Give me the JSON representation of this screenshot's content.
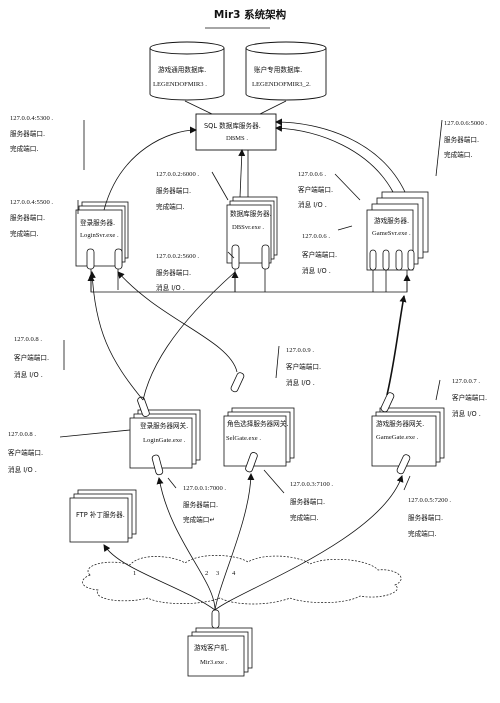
{
  "title": "Mir3  系统架构",
  "databases": {
    "db1": {
      "line1": "游戏通用数据库.",
      "line2": "LEGENDOFMIR3 ."
    },
    "db2": {
      "line1": "账户专用数据库.",
      "line2": "LEGENDOFMIR3_2."
    }
  },
  "sql_server": {
    "line1": "SQL 数据库服务器.",
    "line2": "DBMS ."
  },
  "login_server": {
    "line1": "登录服务器.",
    "line2": "LoginSvr.exe ."
  },
  "db_server": {
    "line1": "数据库服务器.",
    "line2": "DBSvr.exe ."
  },
  "game_server": {
    "line1": "游戏服务器.",
    "line2": "GameSvr.exe ."
  },
  "login_gate": {
    "line1": "登录服务器网关.",
    "line2": "LoginGate.exe ."
  },
  "sel_gate": {
    "line1": "角色选择服务器网关.",
    "line2": "SelGate.exe ."
  },
  "game_gate": {
    "line1": "游戏服务器网关.",
    "line2": "GameGate.exe ."
  },
  "ftp_server": {
    "line1": "FTP 补丁服务器."
  },
  "client": {
    "line1": "游戏客户机.",
    "line2": "Mir3.exe ."
  },
  "annotations": {
    "sql": [
      "127.0.0.4:5300 .",
      "服务器端口.",
      "完成端口."
    ],
    "login_left": [
      "127.0.0.4:5500 .",
      "服务器端口.",
      "完成端口."
    ],
    "db_top": [
      "127.0.0.2:6000 .",
      "服务器端口.",
      "完成端口."
    ],
    "db_mid": [
      "127.0.0.2:5600 .",
      "服务器端口.",
      "消息 I/O ."
    ],
    "game_top": [
      "127.0.0.6:5000 .",
      "服务器端口.",
      "完成端口."
    ],
    "game_client1": [
      "127.0.0.6 .",
      "客户端端口.",
      "消息 I/O ."
    ],
    "game_client2": [
      "127.0.0.6 .",
      "客户端端口.",
      "消息 I/O ."
    ],
    "gate_8a": [
      "127.0.0.8 .",
      "客户端端口.",
      "消息 I/O ."
    ],
    "gate_8b": [
      "127.0.0.8 .",
      "客户端端口.",
      "消息 I/O ."
    ],
    "gate_9": [
      "127.0.0.9 .",
      "客户端端口.",
      "消息 I/O ."
    ],
    "gate_7": [
      "127.0.0.7 .",
      "客户端端口.",
      "消息 I/O ."
    ],
    "port_7000": [
      "127.0.0.1:7000 .",
      "服务器端口.",
      "完成端口↵"
    ],
    "port_7100": [
      "127.0.0.3:7100 .",
      "服务器端口.",
      "完成端口."
    ],
    "port_7200": [
      "127.0.0.5:7200 .",
      "服务器端口.",
      "完成端口."
    ]
  },
  "cloud_labels": [
    "1",
    "2",
    "3",
    "4"
  ]
}
